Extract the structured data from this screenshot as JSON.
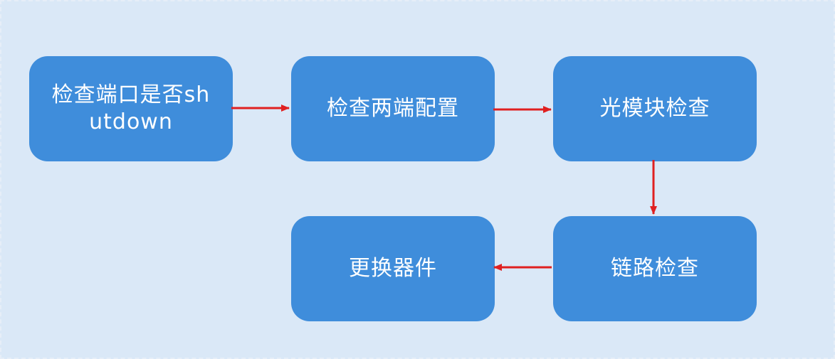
{
  "diagram": {
    "nodes": [
      {
        "id": "n1",
        "label": "检查端口是否shutdown"
      },
      {
        "id": "n2",
        "label": "检查两端配置"
      },
      {
        "id": "n3",
        "label": "光模块检查"
      },
      {
        "id": "n4",
        "label": "链路检查"
      },
      {
        "id": "n5",
        "label": "更换器件"
      }
    ],
    "edges": [
      {
        "from": "n1",
        "to": "n2"
      },
      {
        "from": "n2",
        "to": "n3"
      },
      {
        "from": "n3",
        "to": "n4"
      },
      {
        "from": "n4",
        "to": "n5"
      }
    ]
  },
  "colors": {
    "background": "#dae8f7",
    "node_fill": "#3f8ddb",
    "node_text": "#ffffff",
    "arrow": "#e02020"
  }
}
